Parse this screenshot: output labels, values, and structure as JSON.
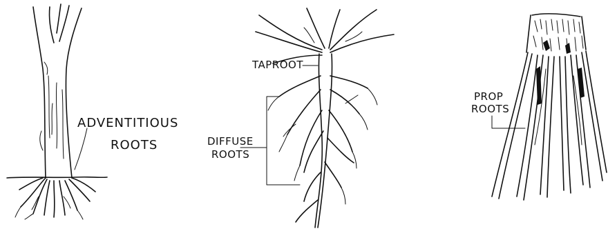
{
  "labels": {
    "adventitious_line1": "ADVENTITIOUS",
    "adventitious_line2": "ROOTS",
    "taproot": "TAPROOT",
    "diffuse_line1": "DIFFUSE",
    "diffuse_line2": "ROOTS",
    "prop_line1": "PROP",
    "prop_line2": "ROOTS"
  }
}
